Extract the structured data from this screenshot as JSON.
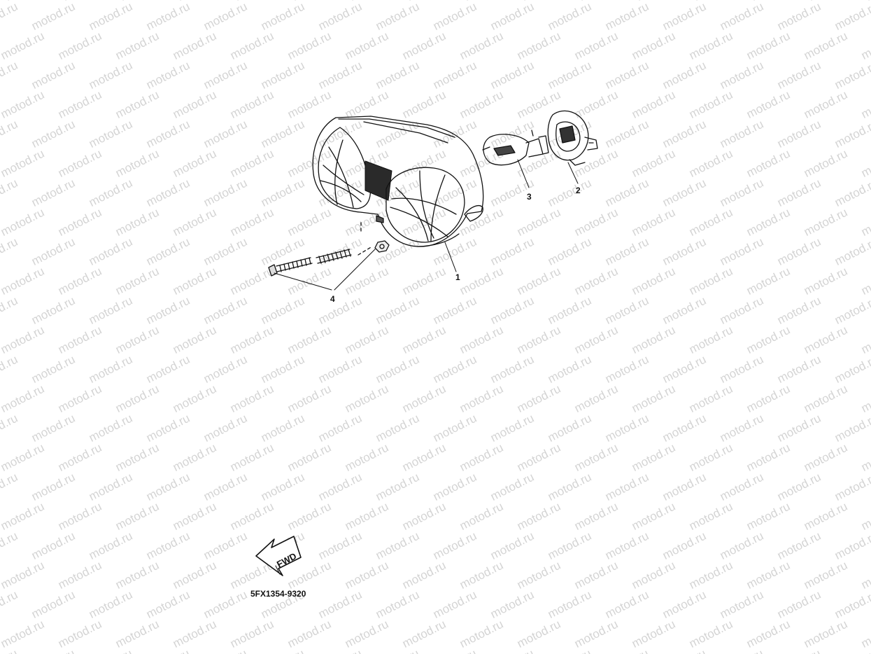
{
  "watermark": "motod.ru",
  "callouts": {
    "headlight_unit": "1",
    "bulb_socket": "2",
    "bulb": "3",
    "adjusting_screw_set": "4"
  },
  "direction_arrow_label": "FWD",
  "diagram_code": "5FX1354-9320"
}
